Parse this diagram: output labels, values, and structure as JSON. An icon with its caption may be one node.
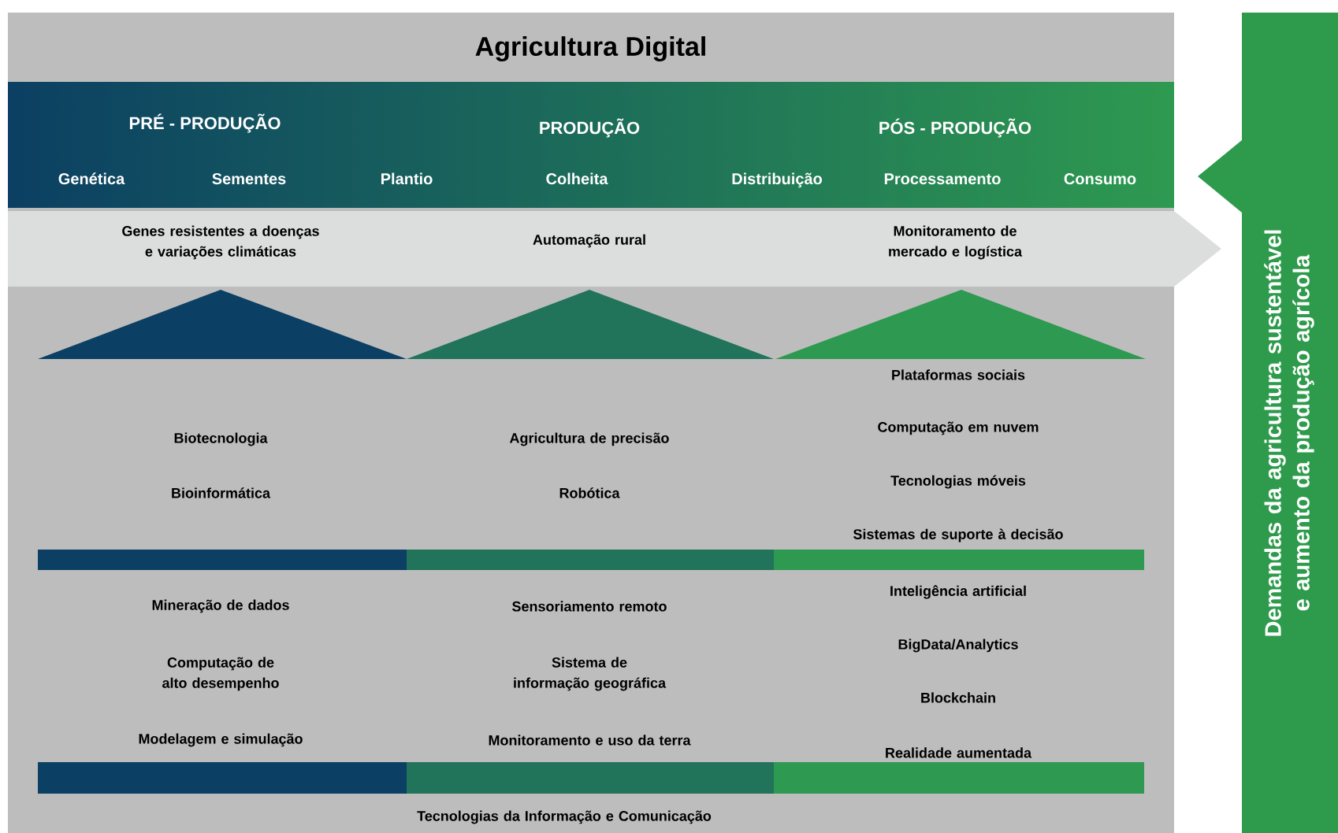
{
  "diagram": {
    "title": "Agricultura Digital",
    "nodes": [
      {
        "text": [
          "PRÉ - PRODUÇÃO",
          "PRODUÇÃO",
          "PÓS - PRODUÇÃO",
          "Genética",
          "Sementes",
          "Plantio",
          "Colheita",
          "Distribuição",
          "Processamento",
          "Consumo"
        ]
      },
      {
        "text": [
          "Genes resistentes a doenças e variações climáticas",
          "Automação rural",
          "Monitoramento de mercado e logística"
        ]
      },
      {
        "text": [
          "Demandas da agricultura sustentável e aumento da produção agrícola"
        ]
      }
    ],
    "labels": [
      "Biotecnologia",
      "Bioinformática",
      "Mineração de dados",
      "Computação de alto desempenho",
      "Modelagem e simulação",
      "Agricultura de precisão",
      "Robótica",
      "Sensoriamento remoto",
      "Sistema de informação geográfica",
      "Monitoramento e uso da terra",
      "Plataformas sociais",
      "Computação em nuvem",
      "Tecnologias móveis",
      "Sistemas de suporte à decisão",
      "Inteligência artificial",
      "BigData/Analytics",
      "Blockchain",
      "Realidade aumentada",
      "Tecnologias da Informação e Comunicação"
    ]
  }
}
